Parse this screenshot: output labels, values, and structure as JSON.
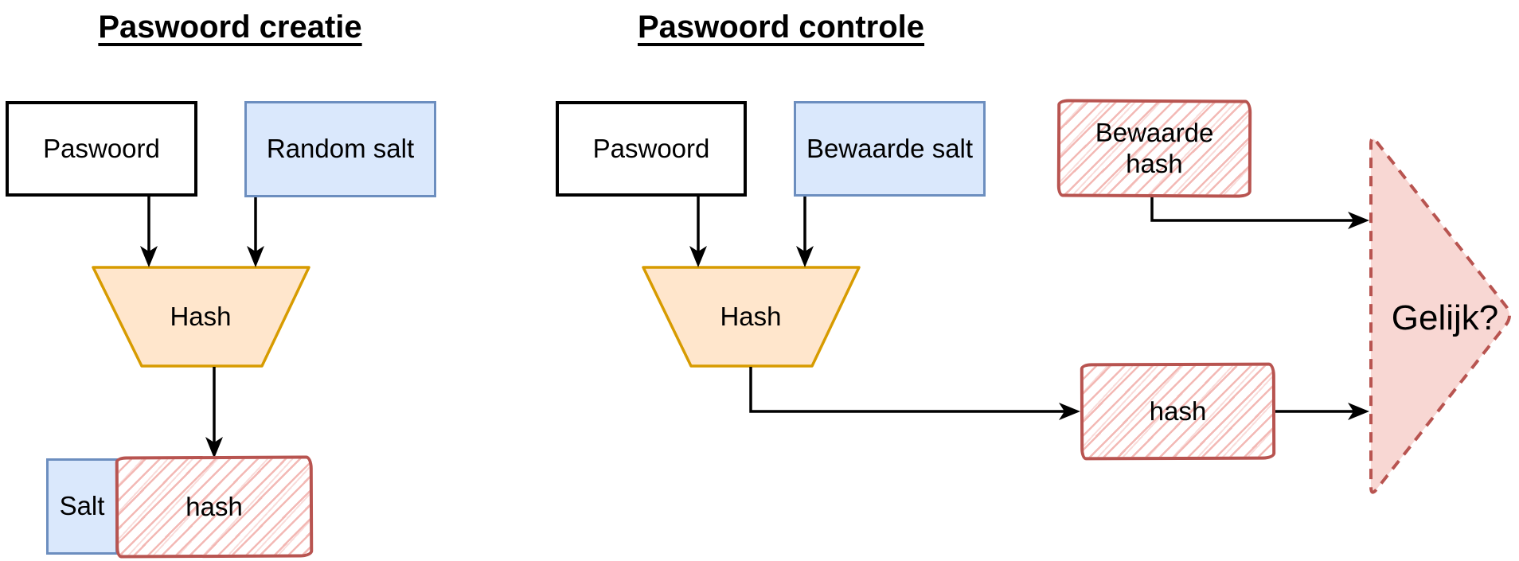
{
  "left_flow": {
    "title": "Paswoord creatie",
    "password_label": "Paswoord",
    "salt_label": "Random salt",
    "hash_label": "Hash",
    "result_salt_label": "Salt",
    "result_hash_label": "hash"
  },
  "right_flow": {
    "title": "Paswoord controle",
    "password_label": "Paswoord",
    "salt_label": "Bewaarde salt",
    "hash_label": "Hash",
    "stored_hash_label": "Bewaarde hash",
    "computed_hash_label": "hash",
    "compare_label": "Gelijk?"
  },
  "colors": {
    "blue_fill": "#dae8fc",
    "blue_stroke": "#6c8ebf",
    "orange_fill": "#ffe6cc",
    "orange_stroke": "#d79b00",
    "sketch_red_stroke": "#b85450",
    "hatch_pink": "#f3b9b5",
    "triangle_fill": "#f8d7d3",
    "arrow_black": "#000000"
  }
}
